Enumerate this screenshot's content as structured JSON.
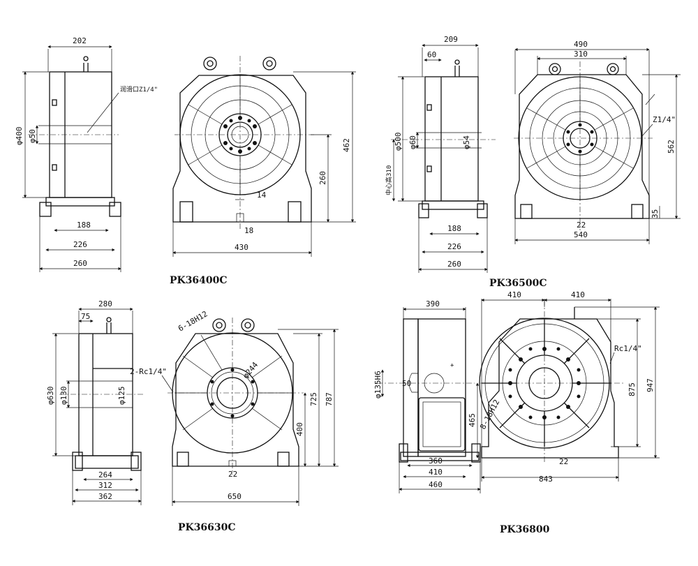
{
  "models": {
    "m1": {
      "name": "PK36400C",
      "dims": {
        "top": "202",
        "d_outer": "φ400",
        "d_inner": "φ50",
        "w188": "188",
        "w226": "226",
        "w260": "260",
        "note": "润滑口Z1/4\"",
        "h462": "462",
        "h260": "260",
        "s14": "14",
        "s18": "18",
        "w430": "430"
      }
    },
    "m2": {
      "name": "PK36500C",
      "dims": {
        "top": "209",
        "off60": "60",
        "d_outer": "φ500",
        "d_inner": "φ60",
        "d_54": "φ54",
        "center": "中心高310",
        "w188": "188",
        "w226": "226",
        "w260": "260",
        "top490": "490",
        "top310": "310",
        "z14": "Z1/4\"",
        "h562": "562",
        "h35": "35",
        "s22": "22",
        "w540": "540"
      }
    },
    "m3": {
      "name": "PK36630C",
      "dims": {
        "top": "280",
        "off75": "75",
        "d_outer": "φ630",
        "d_inner": "φ130",
        "d_125": "φ125",
        "w264": "264",
        "w312": "312",
        "w362": "362",
        "holes": "6-18H12",
        "d244": "φ244",
        "rc": "2-Rc1/4\"",
        "h725": "725",
        "h787": "787",
        "h400": "400",
        "s22": "22",
        "w650": "650"
      }
    },
    "m4": {
      "name": "PK36800",
      "dims": {
        "top": "390",
        "d135": "φ135H6",
        "off50": "50",
        "w360": "360",
        "w410": "410",
        "w460": "460",
        "t410a": "410",
        "t410b": "410",
        "rc": "Rc1/4\"",
        "h875": "875",
        "h947": "947",
        "h465": "465",
        "holes": "8-18H12",
        "s22": "22",
        "w843": "843"
      }
    }
  }
}
